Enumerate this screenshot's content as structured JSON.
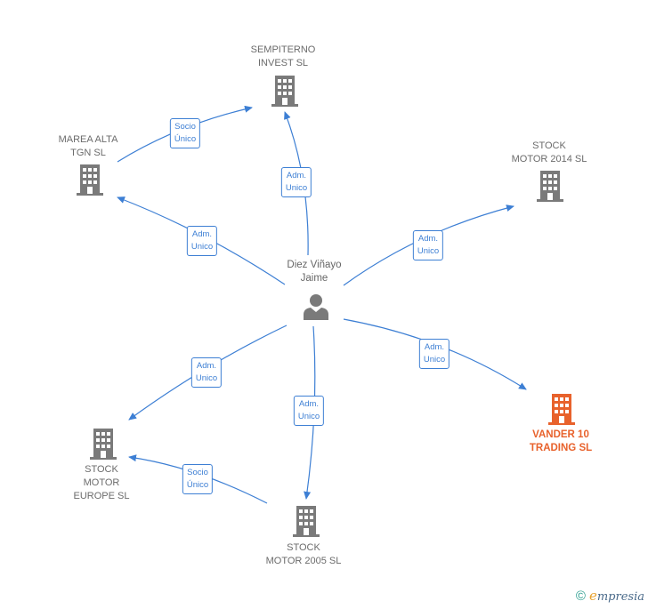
{
  "nodes": {
    "sempiterno": {
      "lines": [
        "SEMPITERNO",
        "INVEST  SL"
      ],
      "highlight": false
    },
    "marea": {
      "lines": [
        "MAREA ALTA",
        "TGN  SL"
      ],
      "highlight": false
    },
    "stock2014": {
      "lines": [
        "STOCK",
        "MOTOR 2014  SL"
      ],
      "highlight": false
    },
    "person": {
      "lines": [
        "Diez Viñayo",
        "Jaime"
      ]
    },
    "vander": {
      "lines": [
        "VANDER 10",
        "TRADING  SL"
      ],
      "highlight": true
    },
    "europe": {
      "lines": [
        "STOCK",
        "MOTOR",
        "EUROPE  SL"
      ],
      "highlight": false
    },
    "stock2005": {
      "lines": [
        "STOCK",
        "MOTOR 2005  SL"
      ],
      "highlight": false
    }
  },
  "relations": [
    {
      "id": "marea-sempiterno",
      "lines": [
        "Socio",
        "Único"
      ]
    },
    {
      "id": "person-sempiterno",
      "lines": [
        "Adm.",
        "Unico"
      ]
    },
    {
      "id": "person-marea",
      "lines": [
        "Adm.",
        "Unico"
      ]
    },
    {
      "id": "person-stock2014",
      "lines": [
        "Adm.",
        "Unico"
      ]
    },
    {
      "id": "person-vander",
      "lines": [
        "Adm.",
        "Unico"
      ]
    },
    {
      "id": "person-europe",
      "lines": [
        "Adm.",
        "Unico"
      ]
    },
    {
      "id": "person-stock2005",
      "lines": [
        "Adm.",
        "Unico"
      ]
    },
    {
      "id": "stock2005-europe",
      "lines": [
        "Socio",
        "Único"
      ]
    }
  ],
  "colors": {
    "building": "#7a7a7a",
    "highlight": "#e8622c",
    "edge": "#3d7fd4"
  },
  "footer": {
    "copyright": "©",
    "brand_first": "e",
    "brand_rest": "mpresia"
  }
}
